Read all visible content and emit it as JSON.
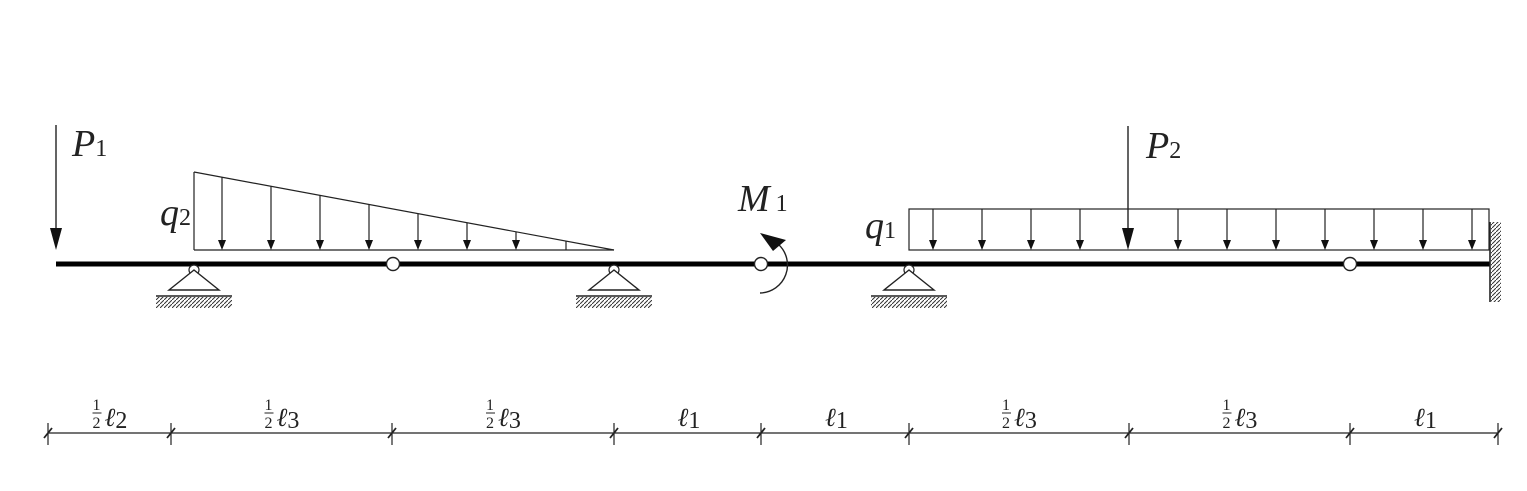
{
  "loads": {
    "p1": {
      "symbol": "P",
      "subscript": "1"
    },
    "p2": {
      "symbol": "P",
      "subscript": "2"
    },
    "q1": {
      "symbol": "q",
      "subscript": "1"
    },
    "q2": {
      "symbol": "q",
      "subscript": "2"
    },
    "m1": {
      "symbol": "M",
      "subscript": "1"
    }
  },
  "dimensions": [
    {
      "fraction_num": "1",
      "fraction_den": "2",
      "symbol": "ℓ",
      "subscript": "2"
    },
    {
      "fraction_num": "1",
      "fraction_den": "2",
      "symbol": "ℓ",
      "subscript": "3"
    },
    {
      "fraction_num": "1",
      "fraction_den": "2",
      "symbol": "ℓ",
      "subscript": "3"
    },
    {
      "fraction_num": "",
      "fraction_den": "",
      "symbol": "ℓ",
      "subscript": "1"
    },
    {
      "fraction_num": "",
      "fraction_den": "",
      "symbol": "ℓ",
      "subscript": "1"
    },
    {
      "fraction_num": "1",
      "fraction_den": "2",
      "symbol": "ℓ",
      "subscript": "3"
    },
    {
      "fraction_num": "1",
      "fraction_den": "2",
      "symbol": "ℓ",
      "subscript": "3"
    },
    {
      "fraction_num": "",
      "fraction_den": "",
      "symbol": "ℓ",
      "subscript": "1"
    }
  ]
}
